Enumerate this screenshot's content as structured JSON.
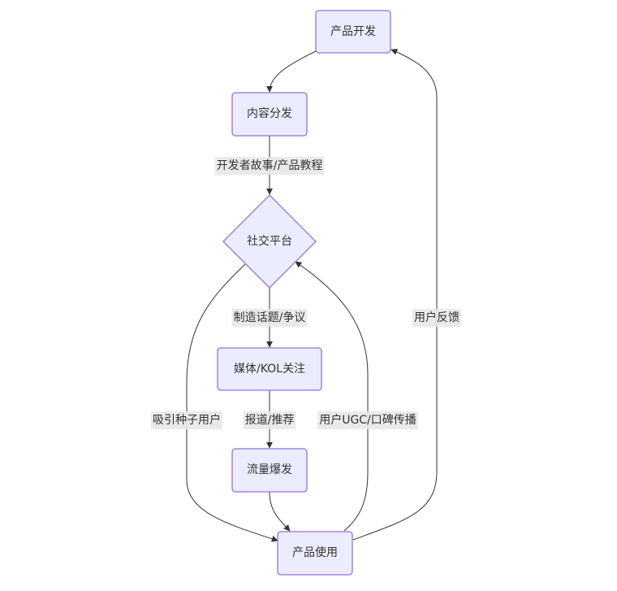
{
  "diagram": {
    "type": "flowchart",
    "direction": "top-down",
    "colors": {
      "node_fill": "#ECECFF",
      "node_stroke": "#9370DB",
      "edge": "#333333",
      "label_bg": "#e8e8e8",
      "text": "#333333"
    },
    "nodes": [
      {
        "id": "dev",
        "label": "产品开发",
        "shape": "rect"
      },
      {
        "id": "content",
        "label": "内容分发",
        "shape": "rect"
      },
      {
        "id": "social",
        "label": "社交平台",
        "shape": "diamond"
      },
      {
        "id": "media",
        "label": "媒体/KOL关注",
        "shape": "rect"
      },
      {
        "id": "traffic",
        "label": "流量爆发",
        "shape": "rect"
      },
      {
        "id": "usage",
        "label": "产品使用",
        "shape": "rect"
      }
    ],
    "edges": [
      {
        "from": "dev",
        "to": "content",
        "label": ""
      },
      {
        "from": "content",
        "to": "social",
        "label": "开发者故事/产品教程"
      },
      {
        "from": "social",
        "to": "media",
        "label": "制造话题/争议"
      },
      {
        "from": "social",
        "to": "usage",
        "label": "吸引种子用户"
      },
      {
        "from": "media",
        "to": "traffic",
        "label": "报道/推荐"
      },
      {
        "from": "traffic",
        "to": "usage",
        "label": ""
      },
      {
        "from": "usage",
        "to": "social",
        "label": "用户UGC/口碑传播"
      },
      {
        "from": "usage",
        "to": "dev",
        "label": "用户反馈"
      }
    ]
  }
}
